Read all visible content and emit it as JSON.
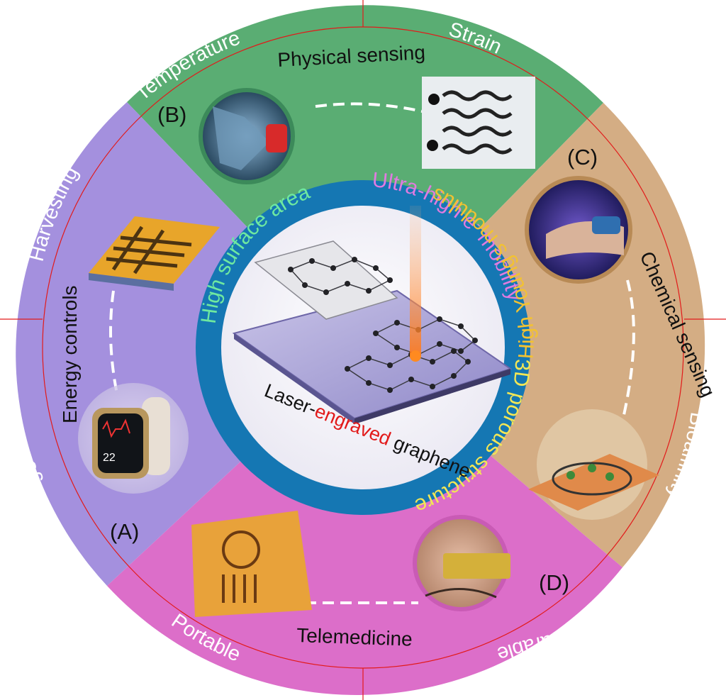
{
  "outer_ring": {
    "temperature": "Temperature",
    "strain": "Strain",
    "chemical": "Chemical",
    "bioaffinity": "Bioaffinity",
    "wearable": "Wearable",
    "portable": "Portable",
    "storage": "Storage",
    "harvesting": "Harvesting"
  },
  "sections": {
    "physical": {
      "letter": "(B)",
      "title": "Physical sensing",
      "color": "#5aad73"
    },
    "chemical": {
      "letter": "(C)",
      "title": "Chemical sensing",
      "color": "#d4ad84"
    },
    "telemedicine": {
      "letter": "(D)",
      "title": "Telemedicine",
      "color": "#dc6ec9"
    },
    "energy": {
      "letter": "(A)",
      "title": "Energy controls",
      "color": "#a490de"
    }
  },
  "inner_ring": {
    "high_surface_area": "High surface area",
    "ultra_high_mobility_prefix": "Ultra-high e",
    "ultra_high_mobility_sup": "-",
    "ultra_high_mobility_suffix": " mobility",
    "porous_structure": "3D porous structure",
    "youngs_modulus": "High Young’s modulus",
    "ring_color": "#1577b3"
  },
  "center": {
    "caption_part1": "Laser-",
    "caption_part2": "engraved",
    "caption_part3": " graphene",
    "highlight_color": "#e21a1a"
  },
  "watch": {
    "screen_time": "22"
  }
}
